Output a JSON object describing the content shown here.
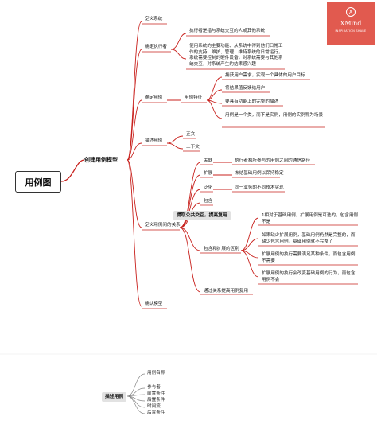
{
  "root": "用例图",
  "main_title": "创建用例模型",
  "logo": {
    "mark": "X",
    "name": "XMind",
    "tagline": "INSPIRATION SHARE"
  },
  "branches": {
    "define_system": "定义系统",
    "define_actor": {
      "label": "确定执行者",
      "items": [
        "执行者是指与系统交互的人或其他系统",
        "使用系统的主要功能、从系统中得到他们日常工作的支持，维护、管理、维持系统的日常运行，系统需要控制的硬件设备，对系统需要与其他系统交互，对系统产生的结果感兴趣"
      ]
    },
    "define_usecase": {
      "label": "确定用例",
      "feature_label": "用例特征",
      "features": [
        "捕获用户需求，实现一个具体的用户目标",
        "将结果值反馈给用户",
        "要具有功能上的完整的描述",
        "用例是一个类，而不是实例，用例的实例称为场景"
      ]
    },
    "describe_usecase": {
      "label": "描述用例",
      "items": [
        "正文",
        "上下文"
      ]
    },
    "relations": {
      "label": "定义用例间的关系",
      "chip": "提取公共交互，提高复用",
      "items": [
        {
          "name": "关联",
          "desc": "执行者和所参与的用例之间的通信路径"
        },
        {
          "name": "扩展",
          "desc": "冻结基础用例以保持稳定"
        },
        {
          "name": "泛化",
          "desc": "同一业务的不同技术实现"
        },
        {
          "name": "包含",
          "desc": ""
        }
      ],
      "diff_label": "包含和扩展的区别",
      "diffs": [
        "1相对于基础用例，扩展用例是可选的，包含用例不是",
        "如果缺少扩展用例，基础用例仍然是完整的，而缺少包含用例，基础用例就不完整了",
        "扩展用例的执行需要满足某种条件，而包含用例不需要",
        "扩展用例的执行会改变基础用例的行为，而包含用例不会"
      ],
      "generalize": "通过关系提高用例复用"
    },
    "confirm_model": "确认模型"
  },
  "describe_box": {
    "chip": "描述用例",
    "items": [
      "用例名称",
      "参与者",
      "前置条件",
      "后置条件",
      "时间流",
      "后置条件"
    ]
  },
  "colors": {
    "line": "#c8201c",
    "chip": "#e2e2e2",
    "logo": "#e15a4f",
    "lightline": "#888888"
  }
}
